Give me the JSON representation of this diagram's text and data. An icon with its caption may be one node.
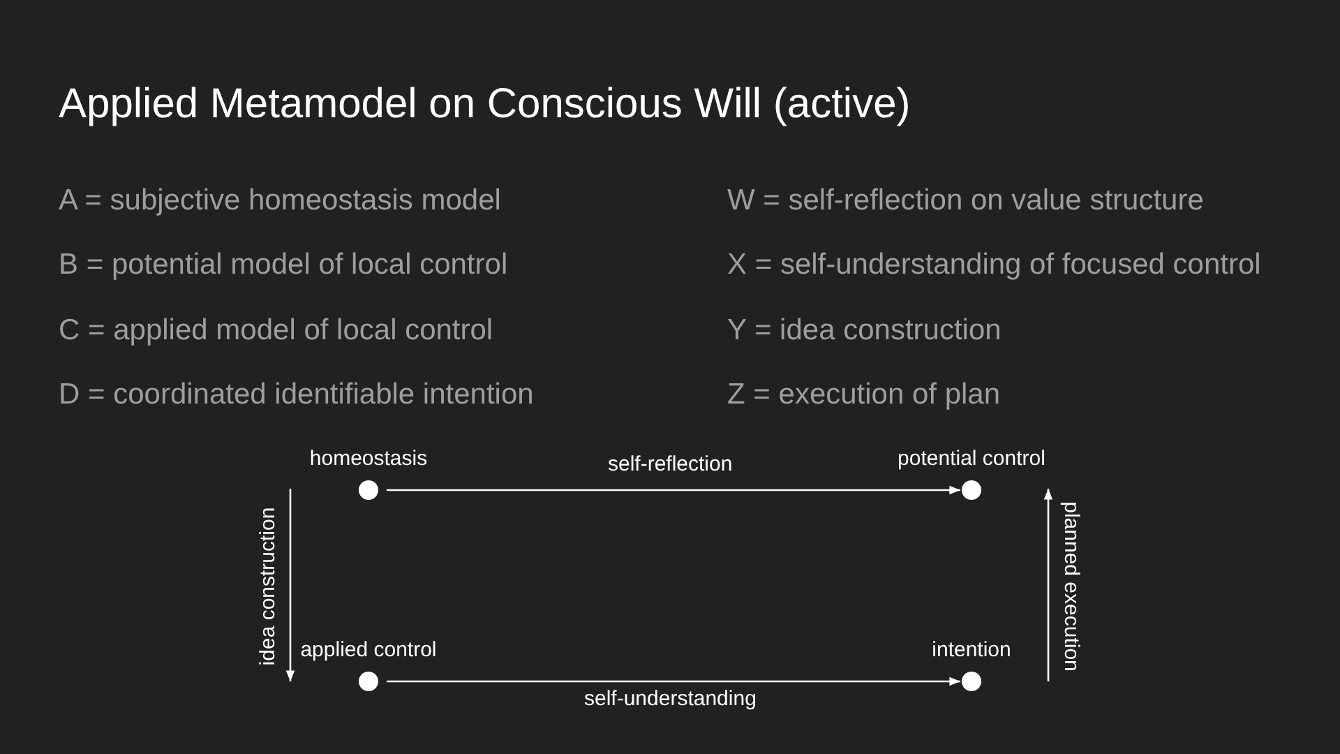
{
  "diagram": {
    "title": "Applied Metamodel on Conscious Will (active)",
    "nodes": [
      {
        "text": [
          "homeostasis"
        ]
      },
      {
        "text": [
          "potential control"
        ]
      },
      {
        "text": [
          "applied control"
        ]
      },
      {
        "text": [
          "intention"
        ]
      }
    ],
    "edges": [
      {
        "from": 0,
        "to": 1,
        "arrow": "to",
        "label": "self-reflection"
      },
      {
        "from": 0,
        "to": 2,
        "arrow": "to",
        "label": "idea construction"
      },
      {
        "from": 2,
        "to": 3,
        "arrow": "to",
        "label": "self-understanding"
      },
      {
        "from": 3,
        "to": 1,
        "arrow": "to",
        "label": "planned execution"
      }
    ],
    "labels": [
      "A = subjective homeostasis model",
      "W = self-reflection on value structure",
      "B = potential model of local control",
      "X = self-understanding of focused control",
      "C = applied model of local control",
      "Y = idea construction",
      "D = coordinated identifiable intention",
      "Z = execution of plan"
    ]
  }
}
